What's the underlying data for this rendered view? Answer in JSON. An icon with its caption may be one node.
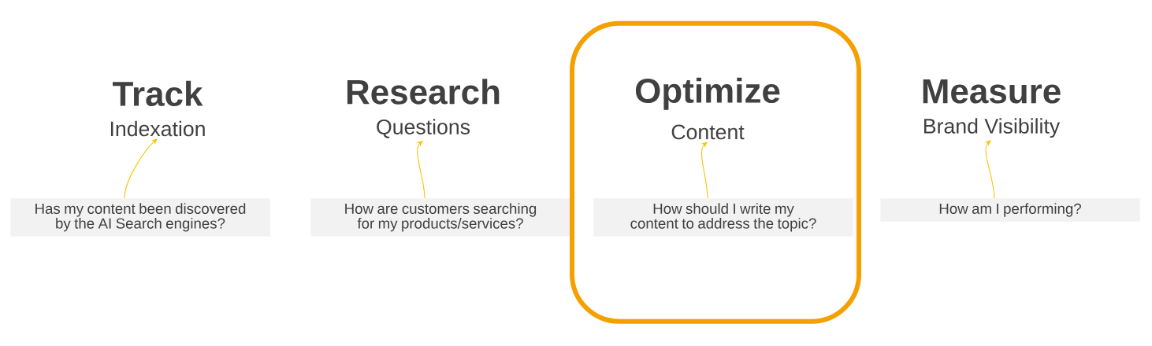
{
  "diagram": {
    "nodes": [
      {
        "text": [
          "Track",
          "Indexation"
        ]
      },
      {
        "text": [
          "Has my content been discovered by the AI Search engines?"
        ]
      },
      {
        "text": [
          "Research",
          "Questions"
        ]
      },
      {
        "text": [
          "How are customers searching for my products/services?"
        ]
      },
      {
        "text": [],
        "shape": "box"
      },
      {
        "text": [
          "Optimize",
          "Content"
        ],
        "in": 4
      },
      {
        "text": [
          "How should I write my content to address the topic?"
        ],
        "in": 4
      },
      {
        "text": [
          "Measure",
          "Brand Visibility"
        ]
      },
      {
        "text": [
          "How am I performing?"
        ]
      }
    ],
    "edges": [
      {
        "from": 1,
        "to": 0,
        "arrow": "to"
      },
      {
        "from": 3,
        "to": 2,
        "arrow": "to"
      },
      {
        "from": 6,
        "to": 5,
        "arrow": "to"
      },
      {
        "from": 8,
        "to": 7,
        "arrow": "to"
      }
    ]
  }
}
